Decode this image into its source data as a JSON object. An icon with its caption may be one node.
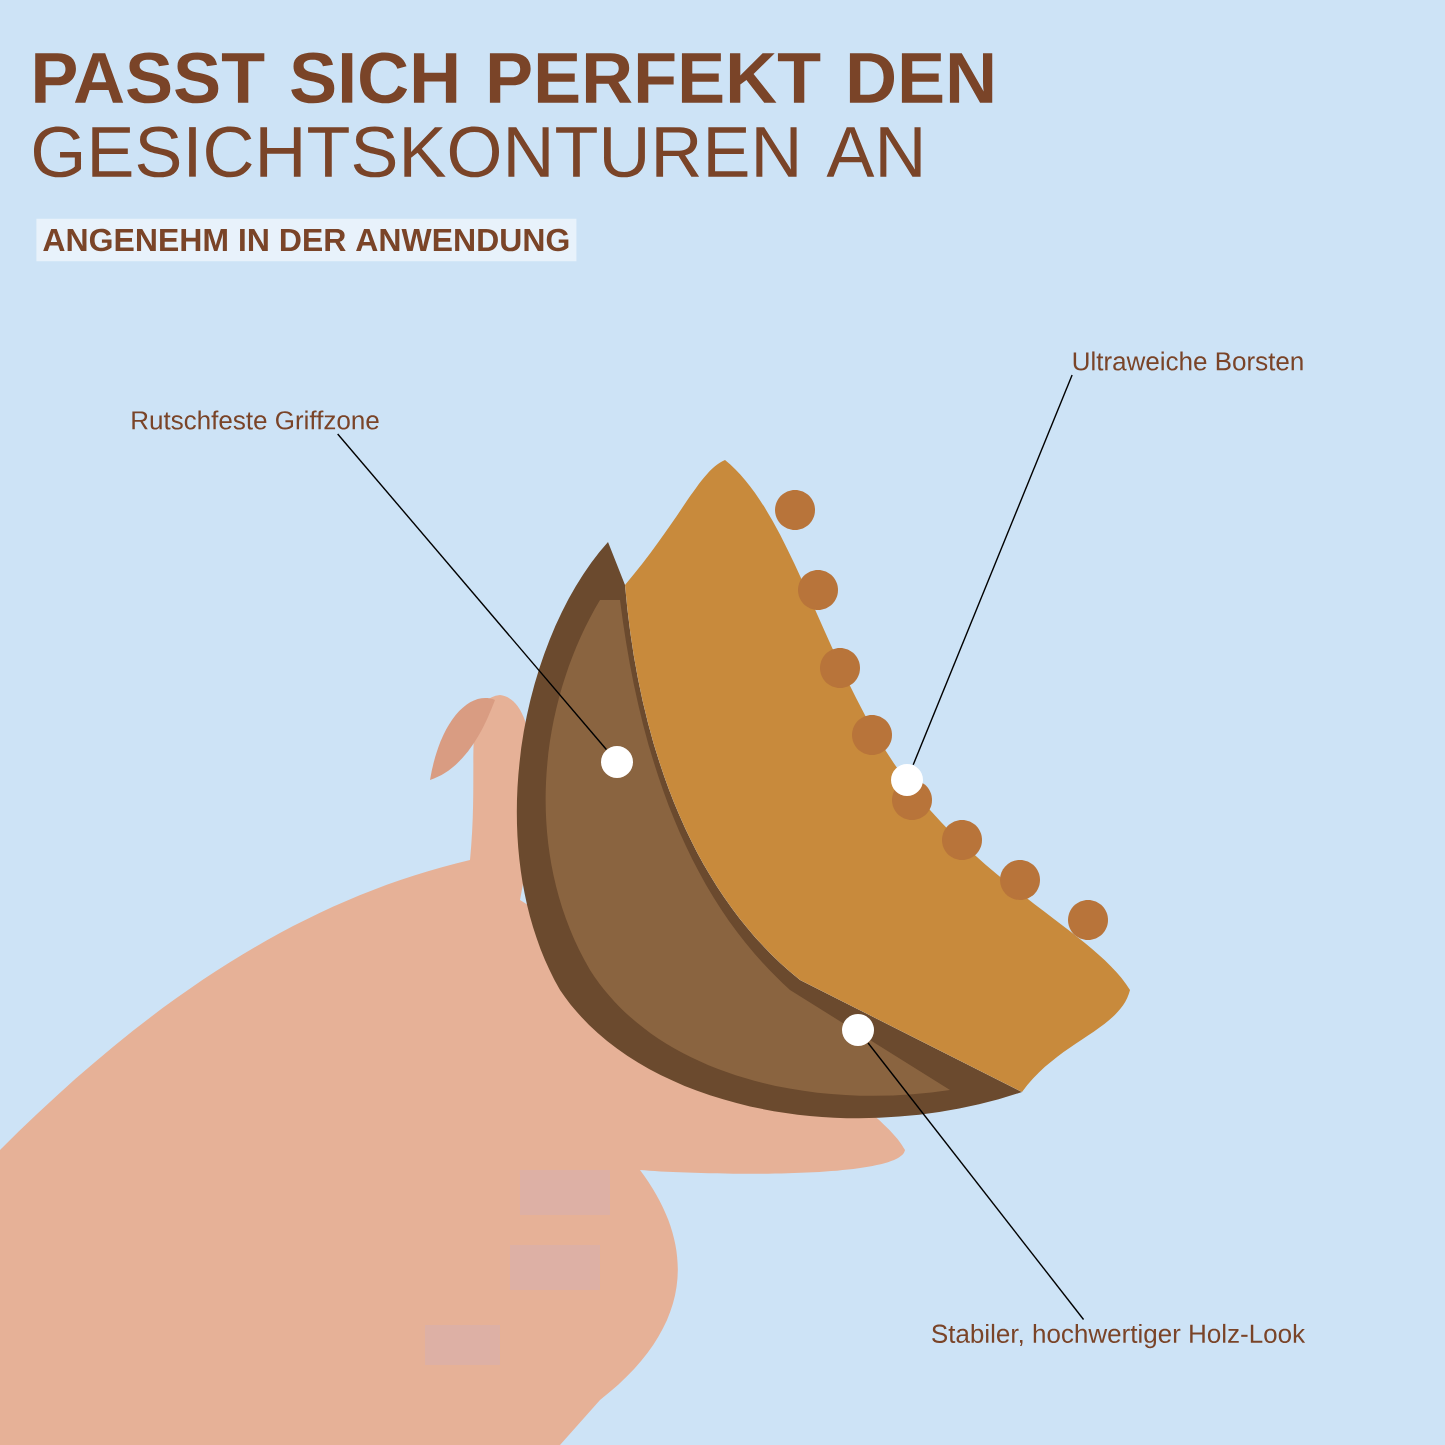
{
  "diagram": {
    "title": "**PASST SICH PERFEKT DEN** GESICHTSKONTUREN AN",
    "nodes": [
      {
        "text": [
          "Rutschfeste Griffzone"
        ]
      },
      {
        "text": [],
        "shape": "circle"
      },
      {
        "text": [
          "Ultraweiche Borsten"
        ]
      },
      {
        "text": [],
        "shape": "circle"
      },
      {
        "text": [
          "Stabiler, hochwertiger Holz-Look"
        ]
      },
      {
        "text": [],
        "shape": "circle"
      }
    ],
    "edges": [
      {
        "from": 0,
        "to": 1,
        "arrow": "none"
      },
      {
        "from": 2,
        "to": 3,
        "arrow": "none"
      },
      {
        "from": 4,
        "to": 5,
        "arrow": "none"
      }
    ],
    "labels": [
      "ANGENEHM IN DER ANWENDUNG"
    ]
  }
}
